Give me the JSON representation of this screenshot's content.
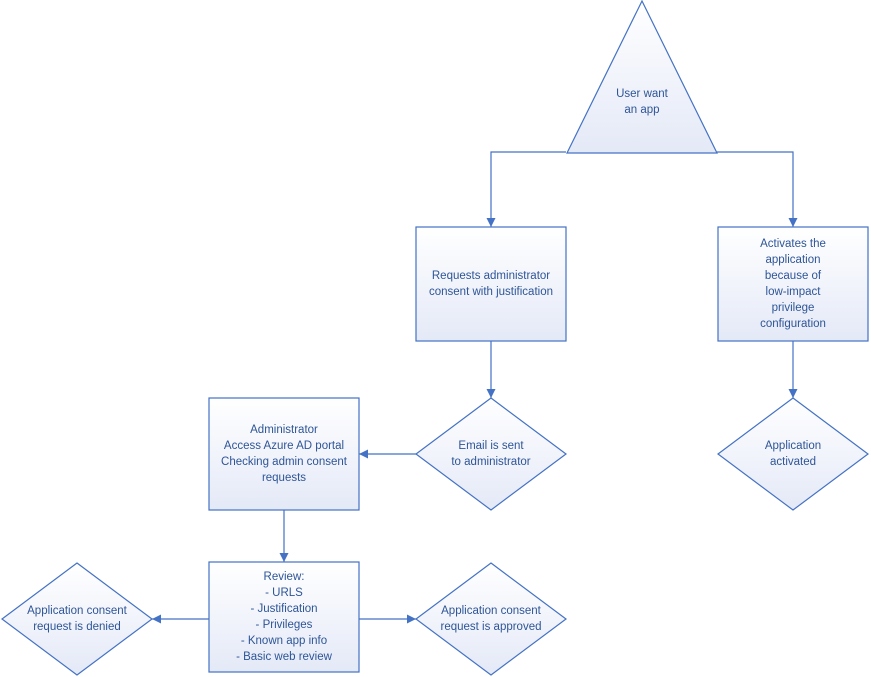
{
  "colors": {
    "stroke": "#4472C4",
    "text": "#2E5597",
    "fill_top": "#FFFFFF",
    "fill_bottom": "#E4E9F7"
  },
  "nodes": {
    "start": {
      "shape": "triangle",
      "text": "User want\nan app"
    },
    "request_consent": {
      "shape": "rectangle",
      "text": "Requests administrator\nconsent with justification"
    },
    "auto_activate": {
      "shape": "rectangle",
      "text": "Activates the application\nbecause of low-impact\nprivilege configuration"
    },
    "email_sent": {
      "shape": "diamond",
      "text": "Email is sent\nto administrator"
    },
    "app_activated": {
      "shape": "diamond",
      "text": "Application activated"
    },
    "administrator": {
      "shape": "rectangle",
      "text": "Administrator\nAccess Azure AD portal\nChecking admin consent\nrequests"
    },
    "review": {
      "shape": "rectangle",
      "text": "Review:\n- URLS\n- Justification\n- Privileges\n- Known app info\n- Basic web review"
    },
    "denied": {
      "shape": "diamond",
      "text": "Application consent\nrequest is denied"
    },
    "approved": {
      "shape": "diamond",
      "text": "Application consent\nrequest is approved"
    }
  },
  "edges": [
    {
      "from": "start",
      "to": "request_consent"
    },
    {
      "from": "start",
      "to": "auto_activate"
    },
    {
      "from": "request_consent",
      "to": "email_sent"
    },
    {
      "from": "auto_activate",
      "to": "app_activated"
    },
    {
      "from": "email_sent",
      "to": "administrator"
    },
    {
      "from": "administrator",
      "to": "review"
    },
    {
      "from": "review",
      "to": "denied"
    },
    {
      "from": "review",
      "to": "approved"
    }
  ]
}
